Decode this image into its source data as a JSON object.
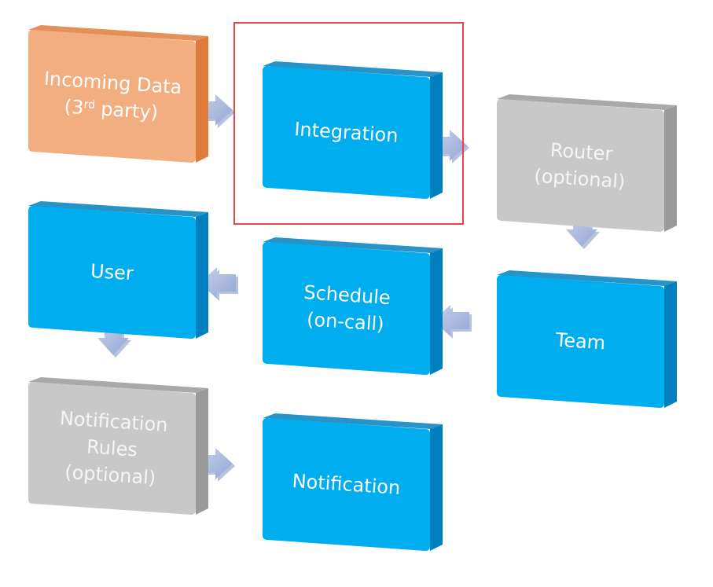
{
  "diagram": {
    "nodes": [
      {
        "id": "incoming-data",
        "lines": [
          "Incoming Data",
          "(3rd party)"
        ],
        "style": "orange"
      },
      {
        "id": "integration",
        "lines": [
          "Integration"
        ],
        "style": "blue",
        "highlighted": true
      },
      {
        "id": "router",
        "lines": [
          "Router",
          "(optional)"
        ],
        "style": "gray"
      },
      {
        "id": "team",
        "lines": [
          "Team"
        ],
        "style": "blue"
      },
      {
        "id": "schedule",
        "lines": [
          "Schedule",
          "(on-call)"
        ],
        "style": "blue"
      },
      {
        "id": "user",
        "lines": [
          "User"
        ],
        "style": "blue"
      },
      {
        "id": "notification-rules",
        "lines": [
          "Notification",
          "Rules",
          "(optional)"
        ],
        "style": "gray"
      },
      {
        "id": "notification",
        "lines": [
          "Notification"
        ],
        "style": "blue"
      }
    ],
    "edges": [
      {
        "from": "incoming-data",
        "to": "integration"
      },
      {
        "from": "integration",
        "to": "router"
      },
      {
        "from": "router",
        "to": "team"
      },
      {
        "from": "team",
        "to": "schedule"
      },
      {
        "from": "schedule",
        "to": "user"
      },
      {
        "from": "user",
        "to": "notification-rules"
      },
      {
        "from": "notification-rules",
        "to": "notification"
      }
    ],
    "colors": {
      "blue_face": "#00adef",
      "blue_side": "#0080c0",
      "orange_face": "#f2ad80",
      "orange_side": "#e07b3c",
      "gray_face": "#c8c8c8",
      "gray_side": "#9a9a9a",
      "arrow": "#a4b4d8",
      "highlight": "#e8444c"
    }
  }
}
